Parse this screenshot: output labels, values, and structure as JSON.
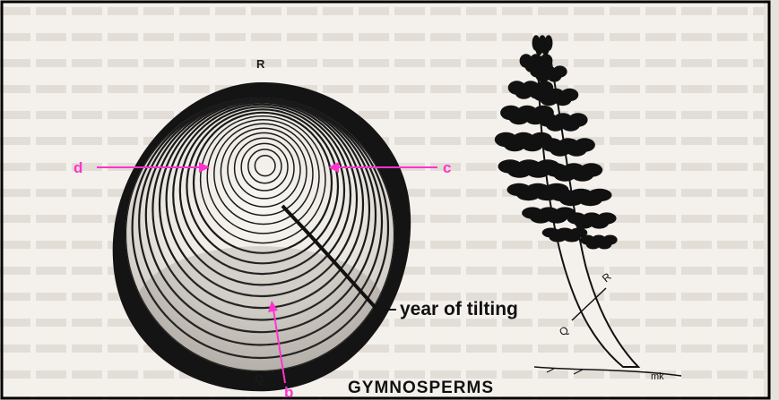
{
  "figure": {
    "title": "GYMNOSPERMS",
    "stump_labels": {
      "top": "R",
      "bottom": "Q"
    },
    "annotation": "year of tilting",
    "markers": {
      "d": "d",
      "c": "c",
      "b": "b"
    },
    "tree_labels": {
      "r": "R",
      "q": "Q",
      "ground": "mk"
    }
  },
  "colors": {
    "paper": "#f4f1ec",
    "ink": "#1a1a1a",
    "bark": "#141414",
    "marker": "#ff33cc",
    "border": "#000000"
  }
}
